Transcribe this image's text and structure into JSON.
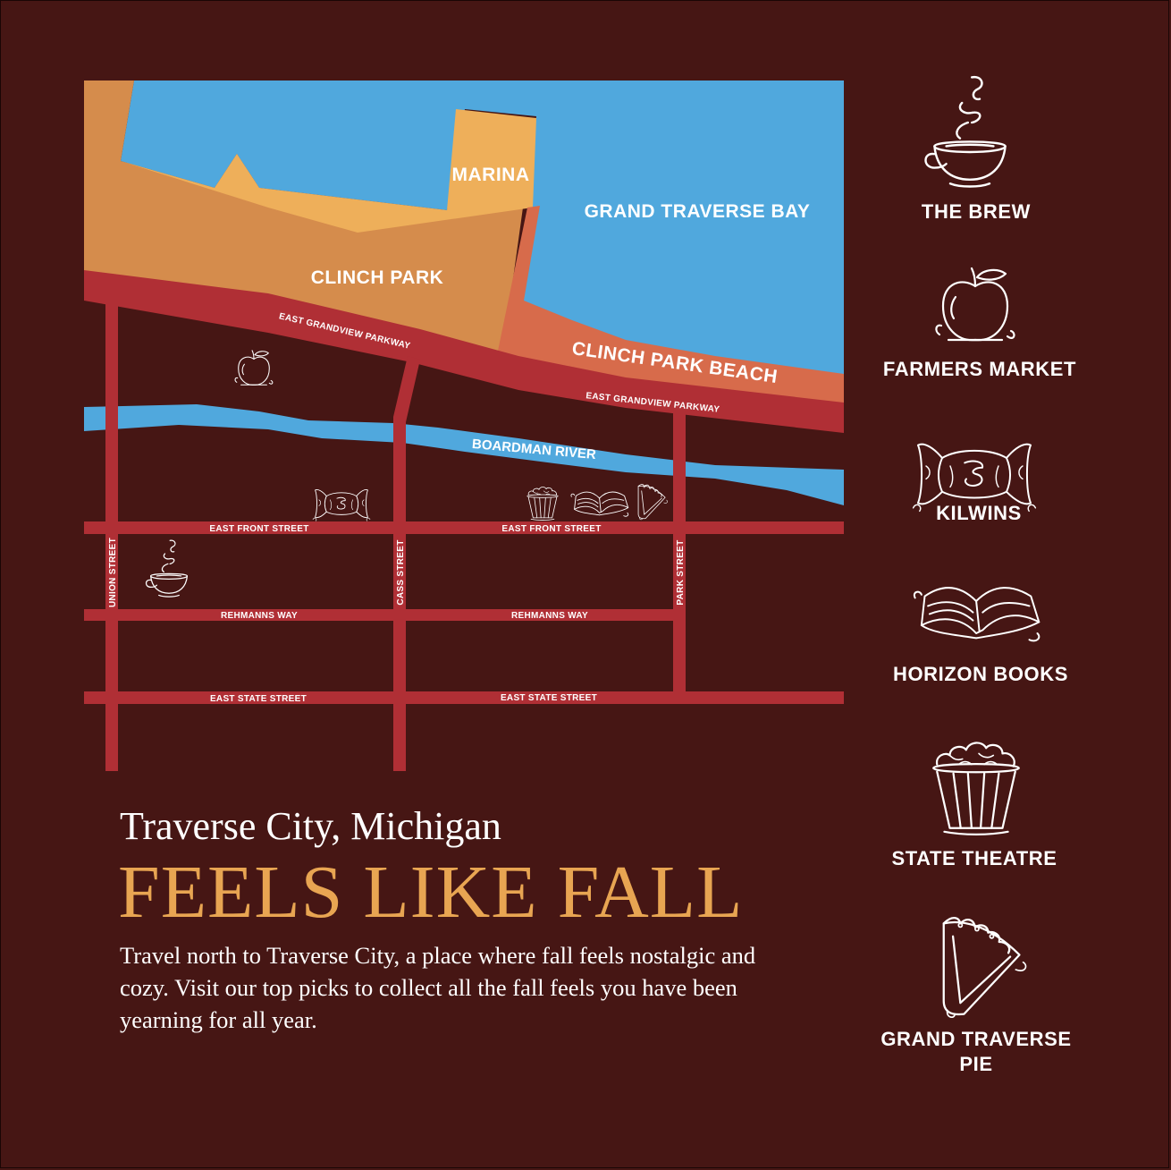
{
  "map": {
    "water_labels": {
      "bay": "GRAND TRAVERSE BAY",
      "river": "BOARDMAN RIVER"
    },
    "area_labels": {
      "marina": "MARINA",
      "clinch_park": "CLINCH PARK",
      "beach": "CLINCH PARK BEACH"
    },
    "streets": {
      "grandview_1": "EAST GRANDVIEW PARKWAY",
      "grandview_2": "EAST GRANDVIEW PARKWAY",
      "front_1": "EAST FRONT STREET",
      "front_2": "EAST FRONT STREET",
      "rehmanns_1": "REHMANNS WAY",
      "rehmanns_2": "REHMANNS WAY",
      "state_1": "EAST STATE STREET",
      "state_2": "EAST STATE STREET",
      "union": "UNION STREET",
      "cass": "CASS STREET",
      "park": "PARK STREET"
    },
    "colors": {
      "background": "#461614",
      "water": "#50a8dd",
      "park": "#d58c4c",
      "marina": "#eeaf5a",
      "beach": "#d76b4b",
      "road": "#b02f35"
    }
  },
  "legend": {
    "items": [
      {
        "label": "THE BREW",
        "icon": "coffee-cup-icon"
      },
      {
        "label": "FARMERS MARKET",
        "icon": "apple-icon"
      },
      {
        "label": "KILWINS",
        "icon": "candy-icon"
      },
      {
        "label": "HORIZON BOOKS",
        "icon": "open-book-icon"
      },
      {
        "label": "STATE THEATRE",
        "icon": "popcorn-icon"
      },
      {
        "label": "GRAND TRAVERSE PIE",
        "icon": "pie-slice-icon"
      }
    ]
  },
  "text": {
    "subtitle": "Traverse City, Michigan",
    "headline": "FEELS LIKE FALL",
    "body": "Travel north to Traverse City, a place where fall feels nostalgic and cozy. Visit our top picks to collect all the fall feels you have been yearning for all year.",
    "headline_color": "#e8a552"
  }
}
